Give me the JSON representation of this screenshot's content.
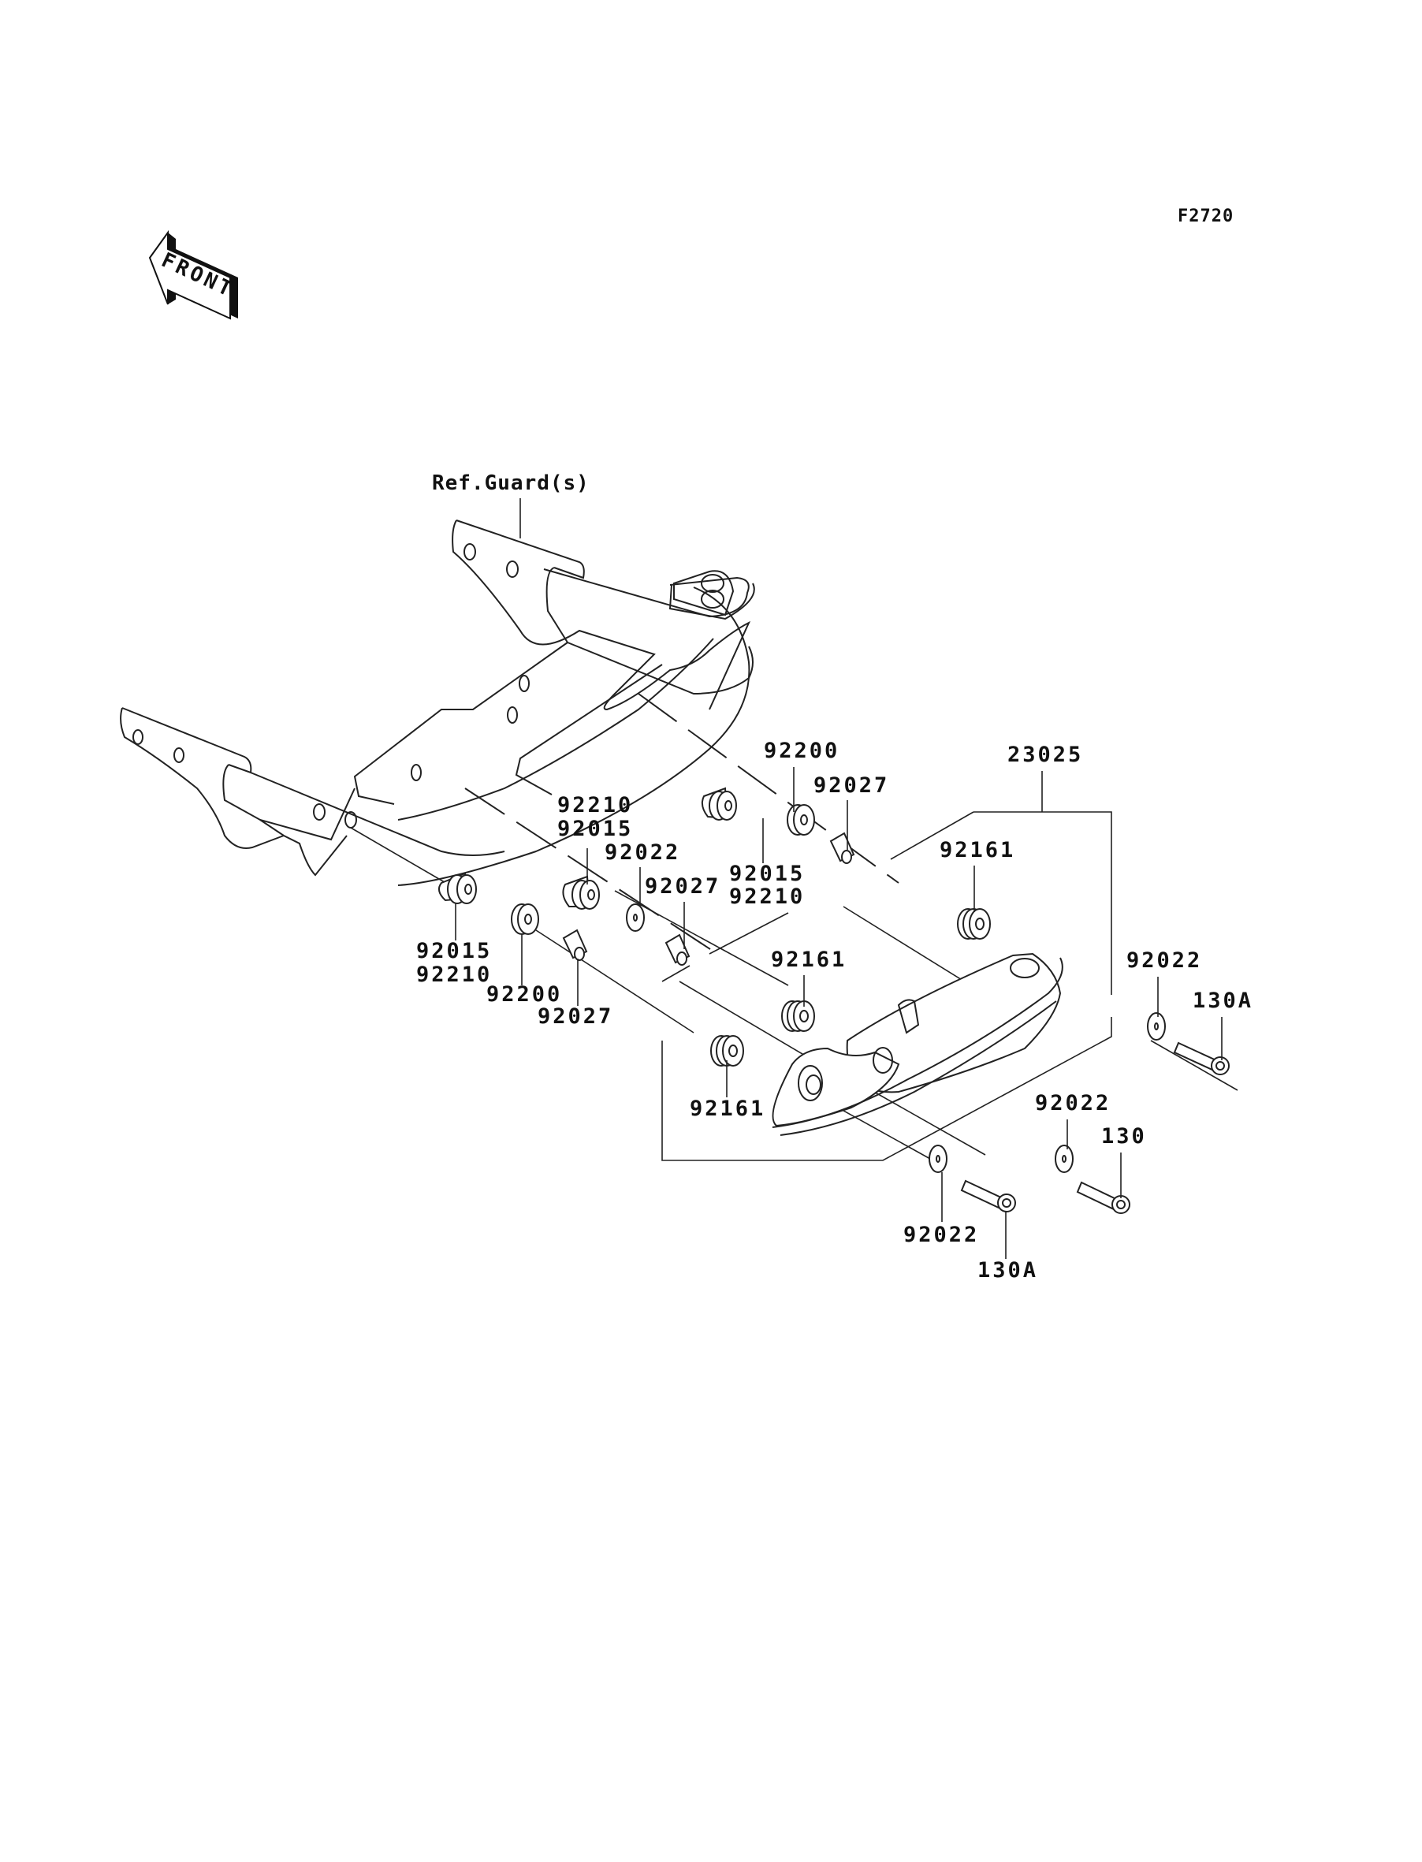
{
  "diagram": {
    "code": "F2720",
    "front_arrow_text": "FRONT",
    "ref_label": "Ref.Guard(s)",
    "assembly_label": "23025",
    "callouts": [
      {
        "id": "c1",
        "lines": [
          "92200"
        ]
      },
      {
        "id": "c2",
        "lines": [
          "92027"
        ]
      },
      {
        "id": "c3",
        "lines": [
          "92015",
          "92210"
        ]
      },
      {
        "id": "c4",
        "lines": [
          "92210",
          "92015"
        ]
      },
      {
        "id": "c5",
        "lines": [
          "92022"
        ]
      },
      {
        "id": "c6",
        "lines": [
          "92027"
        ]
      },
      {
        "id": "c7",
        "lines": [
          "92161"
        ]
      },
      {
        "id": "c8",
        "lines": [
          "92161"
        ]
      },
      {
        "id": "c9",
        "lines": [
          "92015",
          "92210"
        ]
      },
      {
        "id": "c10",
        "lines": [
          "92200"
        ]
      },
      {
        "id": "c11",
        "lines": [
          "92027"
        ]
      },
      {
        "id": "c12",
        "lines": [
          "92161"
        ]
      },
      {
        "id": "c13",
        "lines": [
          "92022"
        ]
      },
      {
        "id": "c14",
        "lines": [
          "130A"
        ]
      },
      {
        "id": "c15",
        "lines": [
          "92022"
        ]
      },
      {
        "id": "c16",
        "lines": [
          "130"
        ]
      },
      {
        "id": "c17",
        "lines": [
          "92022"
        ]
      },
      {
        "id": "c18",
        "lines": [
          "130A"
        ]
      }
    ]
  }
}
